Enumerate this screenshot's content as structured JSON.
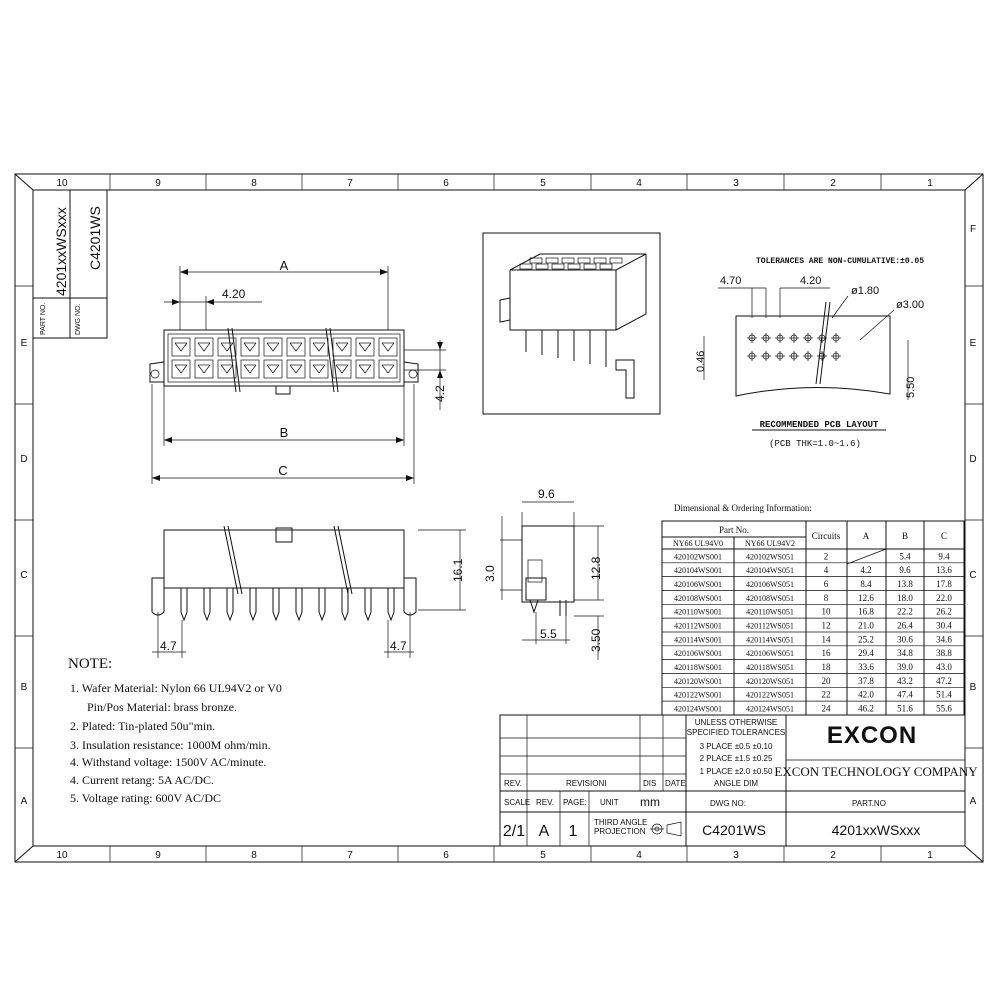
{
  "zone_columns": [
    "10",
    "9",
    "8",
    "7",
    "6",
    "5",
    "4",
    "3",
    "2",
    "1"
  ],
  "zone_rows_left": [
    "E",
    "D",
    "C",
    "B",
    "A"
  ],
  "zone_rows_right": [
    "F",
    "E",
    "D",
    "C",
    "B",
    "A"
  ],
  "side_box": {
    "part_no_label": "PART NO.",
    "part_no_value": "4201xxWSxxx",
    "dwg_no_label": "DWG NO.",
    "dwg_no_value": "C4201WS"
  },
  "top_view": {
    "dim_a": "A",
    "dim_420": "4.20",
    "dim_b": "B",
    "dim_c": "C",
    "dim_42": "4.2"
  },
  "front_view": {
    "dim_161": "16.1",
    "dim_47_left": "4.7",
    "dim_47_right": "4.7"
  },
  "side_view": {
    "dim_96": "9.6",
    "dim_30": "3.0",
    "dim_128": "12.8",
    "dim_55": "5.5",
    "dim_350": "3.50"
  },
  "pcb_layout": {
    "tolerance_note": "TOLERANCES ARE NON-CUMULATIVE:±0.05",
    "dim_470": "4.70",
    "dim_420": "4.20",
    "dim_180": "ø1.80",
    "dim_300": "ø3.00",
    "dim_046": "0.46",
    "dim_550": "5.50",
    "title": "RECOMMENDED PCB  LAYOUT",
    "subtitle": "(PCB THK=1.0~1.6)"
  },
  "notes": {
    "heading": "NOTE:",
    "items": [
      "1. Wafer Material: Nylon 66 UL94V2 or V0",
      "Pin/Pos Material: brass bronze.",
      "2. Plated: Tin-plated 50u\"min.",
      "3. Insulation resistance: 1000M ohm/min.",
      "4. Withstand voltage: 1500V AC/minute.",
      "4. Current retang: 5A AC/DC.",
      "5. Voltage rating: 600V AC/DC"
    ]
  },
  "ordering_table": {
    "title": "Dimensional & Ordering Information:",
    "part_no_header": "Part No.",
    "col_v0": "NY66 UL94V0",
    "col_v2": "NY66 UL94V2",
    "col_circuits": "Circuits",
    "col_a": "A",
    "col_b": "B",
    "col_c": "C",
    "rows": [
      [
        "420102WS001",
        "420102WS051",
        "2",
        "",
        "5.4",
        "9.4"
      ],
      [
        "420104WS001",
        "420104WS051",
        "4",
        "4.2",
        "9.6",
        "13.6"
      ],
      [
        "420106WS001",
        "420106WS051",
        "6",
        "8.4",
        "13.8",
        "17.8"
      ],
      [
        "420108WS001",
        "420108WS051",
        "8",
        "12.6",
        "18.0",
        "22.0"
      ],
      [
        "420110WS001",
        "420110WS051",
        "10",
        "16.8",
        "22.2",
        "26.2"
      ],
      [
        "420112WS001",
        "420112WS051",
        "12",
        "21.0",
        "26.4",
        "30.4"
      ],
      [
        "420114WS001",
        "420114WS051",
        "14",
        "25.2",
        "30.6",
        "34.6"
      ],
      [
        "420106WS001",
        "420106WS051",
        "16",
        "29.4",
        "34.8",
        "38.8"
      ],
      [
        "420118WS001",
        "420118WS051",
        "18",
        "33.6",
        "39.0",
        "43.0"
      ],
      [
        "420120WS001",
        "420120WS051",
        "20",
        "37.8",
        "43.2",
        "47.2"
      ],
      [
        "420122WS001",
        "420122WS051",
        "22",
        "42.0",
        "47.4",
        "51.4"
      ],
      [
        "420124WS001",
        "420124WS051",
        "24",
        "46.2",
        "51.6",
        "55.6"
      ]
    ]
  },
  "title_block": {
    "rev_label": "REV.",
    "revision_label": "REVISIONI",
    "dis_label": "DIS",
    "date_label": "DATE",
    "tolerances_lines": [
      "UNLESS OTHERWISE",
      "SPECIFIED TOLERANCES",
      "3 PLACE ±0.5  ±0.10",
      "2 PLACE ±1.5  ±0.25",
      "1 PLACE ±2.0  ±0.50",
      "ANGLE DIM"
    ],
    "logo_text": "EXCON",
    "company_name": "EXCON TECHNOLOGY COMPANY",
    "scale_label": "SCALE",
    "rev2_label": "REV.",
    "page_label": "PAGE:",
    "unit_label": "UNIT",
    "unit_value": "mm",
    "dwg_no_label": "DWG NO:",
    "part_no_label": "PART.NO",
    "scale_value": "2/1",
    "rev_value": "A",
    "page_value": "1",
    "projection_label_1": "THIRD ANGLE",
    "projection_label_2": "PROJECTION",
    "dwg_no_value": "C4201WS",
    "part_no_value": "4201xxWSxxx"
  }
}
